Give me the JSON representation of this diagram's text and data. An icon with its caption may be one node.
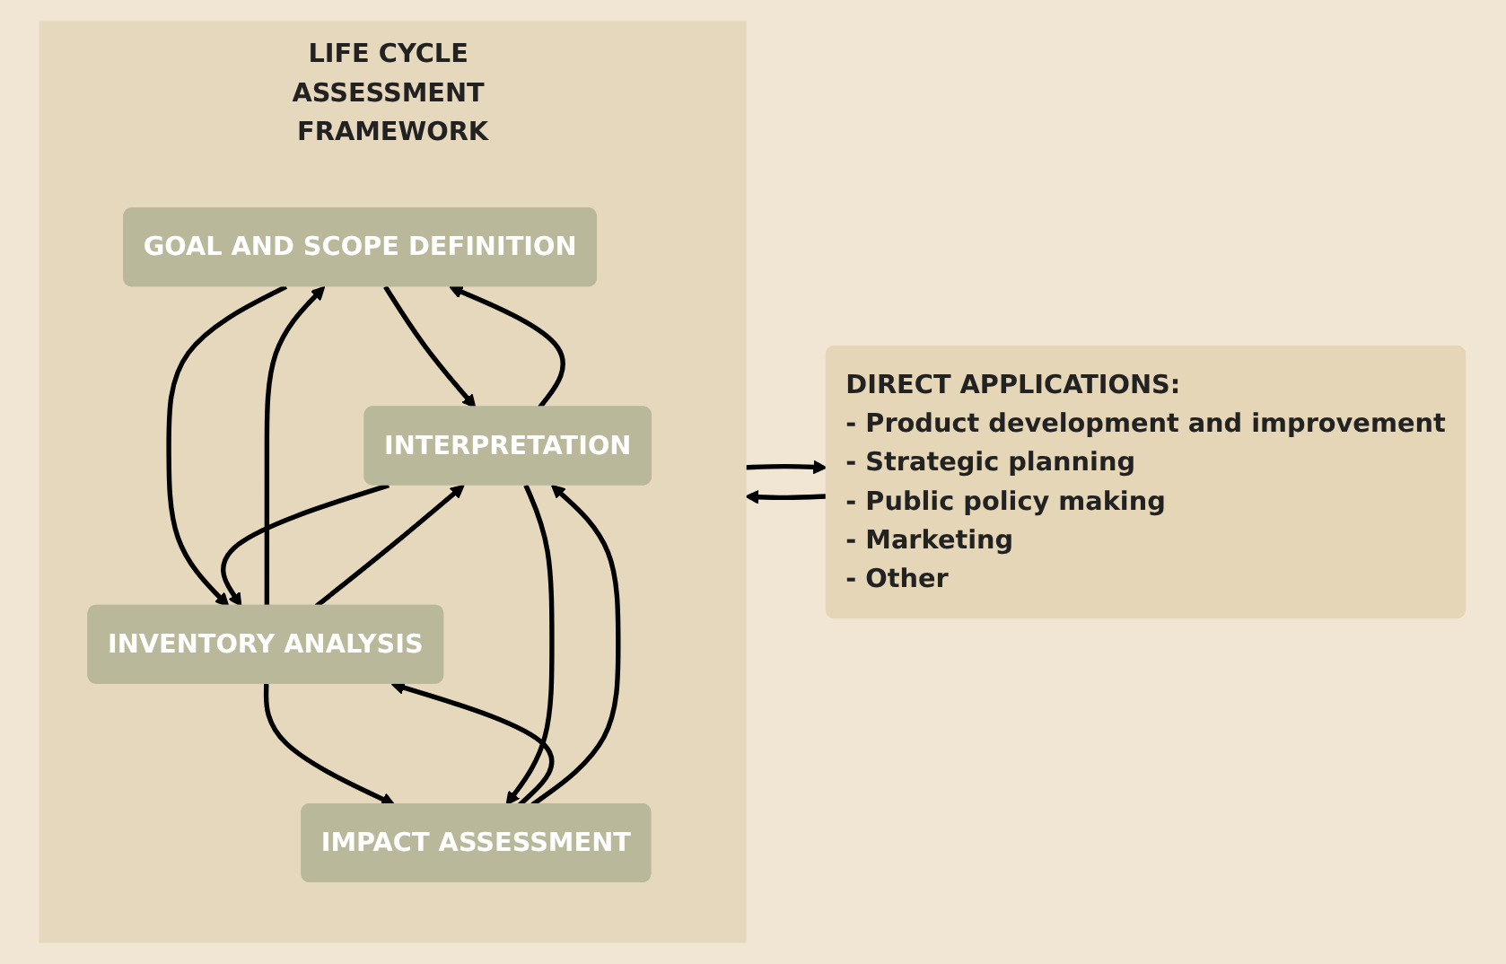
{
  "diagram": {
    "nodes": [
      {
        "text": [
          "LIFE CYCLE ASSESSMENT FRAMEWORK"
        ]
      },
      {
        "text": [
          "GOAL AND SCOPE DEFINITION"
        ],
        "in": 0
      },
      {
        "text": [
          "INVENTORY ANALYSIS"
        ],
        "in": 0
      },
      {
        "text": [
          "IMPACT ASSESSMENT"
        ],
        "in": 0
      },
      {
        "text": [
          "INTERPRETATION"
        ],
        "in": 0
      },
      {
        "text": [
          "DIRECT APPLICATIONS:",
          "- Product development and improvement",
          "- Strategic planning",
          "- Public policy making",
          "- Marketing",
          "- Other"
        ]
      }
    ],
    "edges": [
      {
        "from": 1,
        "to": 4,
        "arrow": "to"
      },
      {
        "from": 4,
        "to": 1,
        "arrow": "to"
      },
      {
        "from": 1,
        "to": 2,
        "arrow": "to"
      },
      {
        "from": 2,
        "to": 1,
        "arrow": "to"
      },
      {
        "from": 2,
        "to": 4,
        "arrow": "to"
      },
      {
        "from": 4,
        "to": 2,
        "arrow": "to"
      },
      {
        "from": 2,
        "to": 3,
        "arrow": "to"
      },
      {
        "from": 3,
        "to": 2,
        "arrow": "to"
      },
      {
        "from": 3,
        "to": 4,
        "arrow": "to"
      },
      {
        "from": 4,
        "to": 3,
        "arrow": "to"
      },
      {
        "from": 0,
        "to": 5,
        "arrow": "to"
      },
      {
        "from": 5,
        "to": 0,
        "arrow": "to"
      }
    ]
  }
}
